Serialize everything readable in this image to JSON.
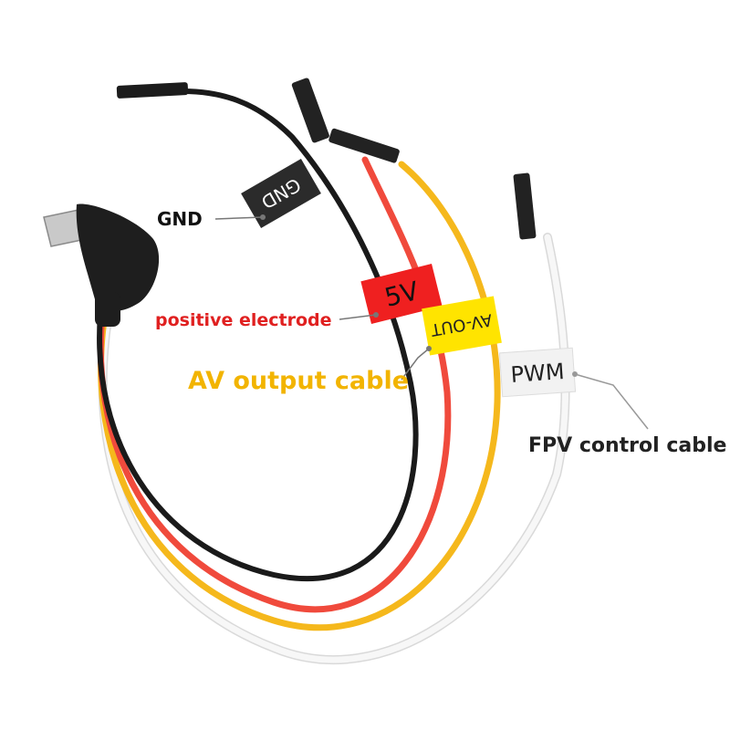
{
  "callouts": {
    "gnd": "GND",
    "positive": "positive electrode",
    "av_output": "AV output cable",
    "fpv_control": "FPV control cable"
  },
  "tags": {
    "gnd": "GND",
    "five_v": "5V",
    "av_out": "AV-OUT",
    "pwm": "PWM"
  },
  "colors": {
    "black_wire": "#1a1a1a",
    "red_wire": "#f04a3c",
    "yellow_wire": "#f5b81c",
    "white_wire": "#f7f7f7",
    "gnd_tag": "#2b2b2b",
    "five_v_tag": "#ef2020",
    "av_out_tag": "#ffe400",
    "pwm_tag": "#f2f2f2",
    "callout_gnd": "#111111",
    "callout_positive": "#e02020",
    "callout_av": "#f2b400",
    "callout_fpv": "#222222"
  }
}
